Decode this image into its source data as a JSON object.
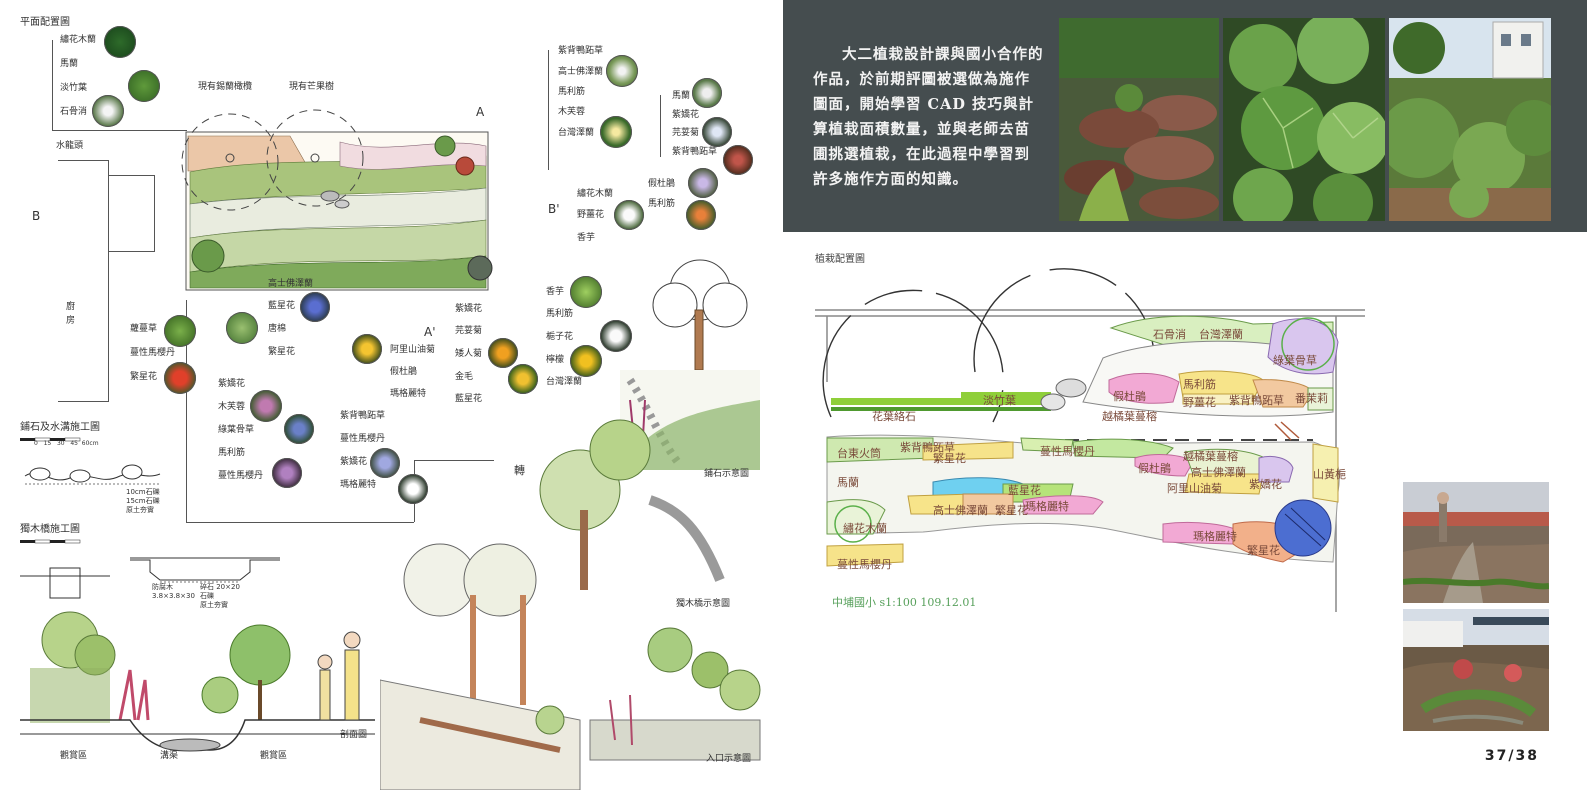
{
  "left": {
    "plan_title": "平面配置圖",
    "top_left_plants": [
      "繡花木蘭",
      "馬蘭",
      "淡竹葉",
      "石骨消"
    ],
    "water_label": "水龍頭",
    "existing_tree_1": "現有錫蘭橄欖",
    "existing_tree_2": "現有芒果樹",
    "marker_a": "A",
    "marker_a2": "A'",
    "marker_b": "B",
    "marker_b2": "B'",
    "kitchen": "廚\n房",
    "top_right_plants_a": [
      "紫背鴨跖草",
      "高士佛澤蘭",
      "馬利筋",
      "木芙蓉",
      "台灣澤蘭"
    ],
    "top_right_plants_b": [
      "馬蘭",
      "紫嬌花",
      "芫荽菊",
      "紫背鴨跖草"
    ],
    "mid_right_plants_a": [
      "繡花木蘭",
      "野薑花",
      "香芋"
    ],
    "mid_right_plants_b": [
      "假杜鵑",
      "馬利筋"
    ],
    "mid_left_plants": [
      "蘿蔓草",
      "蔓性馬櫻丹",
      "繁星花"
    ],
    "center_plants_a": [
      "高士佛澤蘭",
      "藍星花",
      "唐棉",
      "繁星花"
    ],
    "center_plants_b": [
      "阿里山油菊",
      "假杜鵑",
      "瑪格麗特"
    ],
    "center_plants_c": [
      "紫嬌花",
      "芫荽菊",
      "矮人菊",
      "金毛",
      "藍星花"
    ],
    "right_col_plants": [
      "香芋",
      "馬利筋",
      "梔子花",
      "檸檬",
      "台灣澤蘭"
    ],
    "lower_plants_a": [
      "紫嬌花",
      "木芙蓉",
      "綠葉骨草",
      "馬利筋",
      "蔓性馬櫻丹"
    ],
    "lower_plants_b": [
      "紫背鴨跖草",
      "蔓性馬櫻丹",
      "紫嬌花",
      "瑪格麗特"
    ],
    "edging_title": "鋪石及水溝施工圖",
    "bridge_title": "獨木橋施工圖",
    "scale_ticks": [
      "0",
      "15",
      "30",
      "45",
      "60cm"
    ],
    "edging_notes": [
      "10cm石礫",
      "15cm石礫",
      "原土夯實"
    ],
    "bridge_notes": [
      "防腐木",
      "3.8×3.8×30",
      "碎石 20×20",
      "石礫",
      "原土夯實"
    ],
    "section_title": "剖面圖",
    "section_labels": [
      "觀賞區",
      "溝渠",
      "觀賞區"
    ],
    "stone_sketch_title": "鋪石示意圖",
    "bridge_sketch_title": "獨木橋示意圖",
    "entrance_sketch_title": "入口示意圖",
    "path_label": "轉"
  },
  "right": {
    "intro": "大二植栽設計課與國小合作的作品，於前期評圖被選做為施作圖面，開始學習 CAD 技巧與計算植栽面積數量，並與老師去苗圃挑選植栽，在此過程中學習到許多施作方面的知識。",
    "planting_title": "植栽配置圖",
    "scale_note": "中埔國小  s1:100   109.12.01",
    "page_number": "37/38",
    "zones": [
      "石骨消",
      "台灣澤蘭",
      "綠葉骨草",
      "馬利筋",
      "假杜鵑",
      "野薑花",
      "紫背鴨跖草",
      "番茉莉",
      "越橘葉蔓榕",
      "花葉絡石",
      "淡竹葉",
      "台東火筒",
      "繁星花",
      "紫背鴨跖草",
      "蔓性馬櫻丹",
      "假杜鵑",
      "越橘葉蔓榕",
      "高士佛澤蘭",
      "阿里山油菊",
      "紫嬌花",
      "山黃梔",
      "馬蘭",
      "藍星花",
      "瑪格麗特",
      "高士佛澤蘭",
      "繁星花",
      "繡花木蘭",
      "瑪格麗特",
      "繁星花",
      "蔓性馬櫻丹"
    ]
  },
  "colors": {
    "band": "#454d4f",
    "cad_green": "#57a05b",
    "pink": "#f08fc4",
    "yellow": "#f4e36a",
    "purple": "#b58fd8",
    "blue": "#4c6ed1"
  }
}
